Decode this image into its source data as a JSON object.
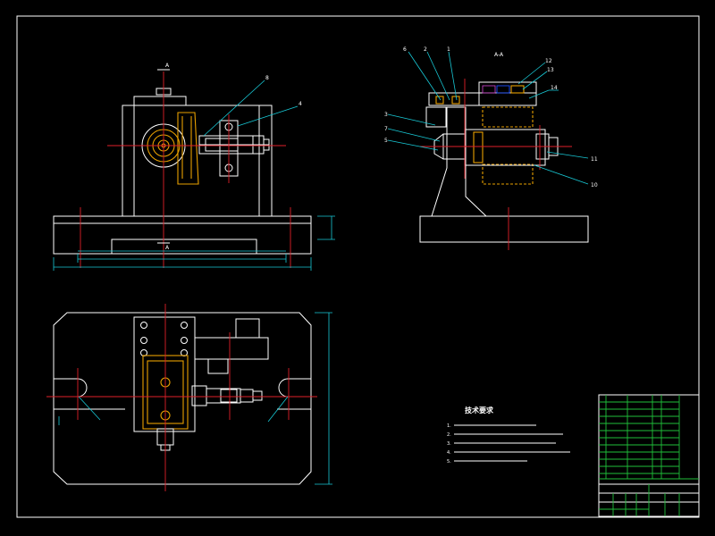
{
  "colors": {
    "background": "#000000",
    "outline": "#ffffff",
    "dimension": "#18c9d6",
    "centerline": "#e0202a",
    "highlight": "#e8a000",
    "title_block": "#1fbf3a"
  },
  "front_view": {
    "section_mark_top": "A",
    "section_mark_bottom": "A",
    "balloons": [
      "8",
      "4"
    ]
  },
  "section_view": {
    "section_label": "A-A",
    "balloons_left": [
      "6",
      "2",
      "1",
      "3",
      "7",
      "5"
    ],
    "balloons_right": [
      "12",
      "13",
      "14",
      "11",
      "10"
    ]
  },
  "tech_requirements": {
    "title": "技术要求",
    "items": [
      "1.",
      "2.",
      "3.",
      "4.",
      "5."
    ]
  }
}
